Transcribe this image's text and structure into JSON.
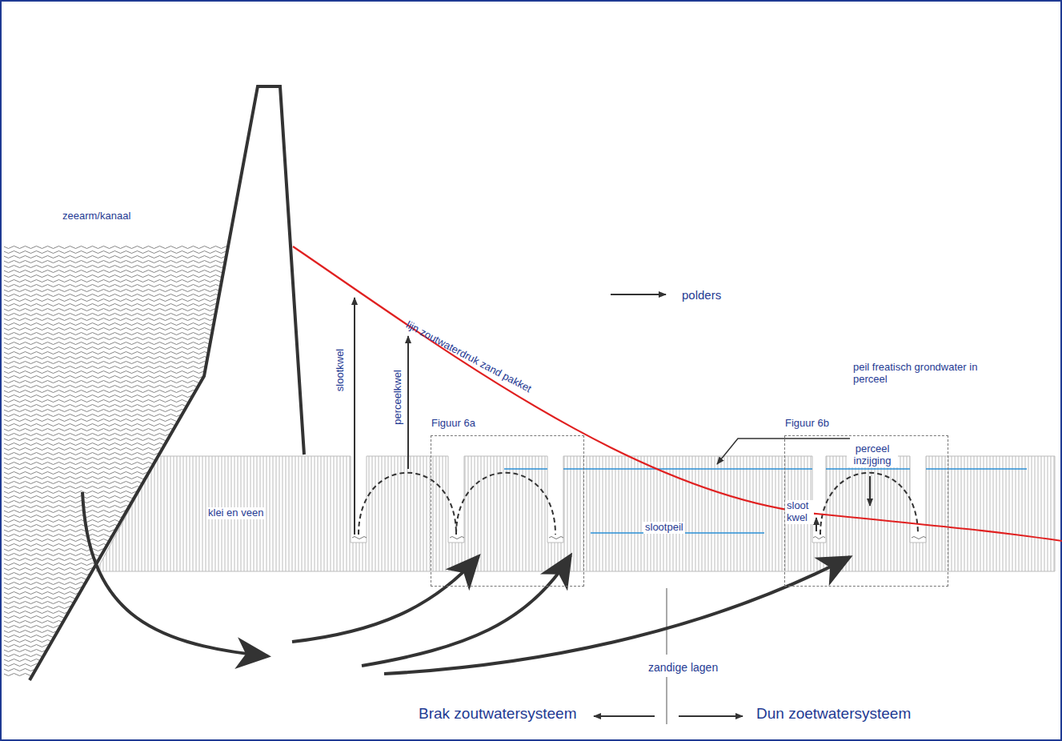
{
  "diagram": {
    "nodes": [
      {
        "text": [
          "Figuur 6a"
        ]
      },
      {
        "text": [
          "Figuur 6b",
          "perceel inzijging",
          "sloot kwel"
        ]
      }
    ],
    "labels": [
      "zeearm/kanaal",
      "polders",
      "lijn zoutwaterdruk zand pakket",
      "slootkwel",
      "perceelkwel",
      "peil freatisch grondwater in perceel",
      "klei en veen",
      "slootpeil",
      "zandige lagen",
      "Brak zoutwatersysteem",
      "Dun zoetwatersysteem"
    ]
  }
}
